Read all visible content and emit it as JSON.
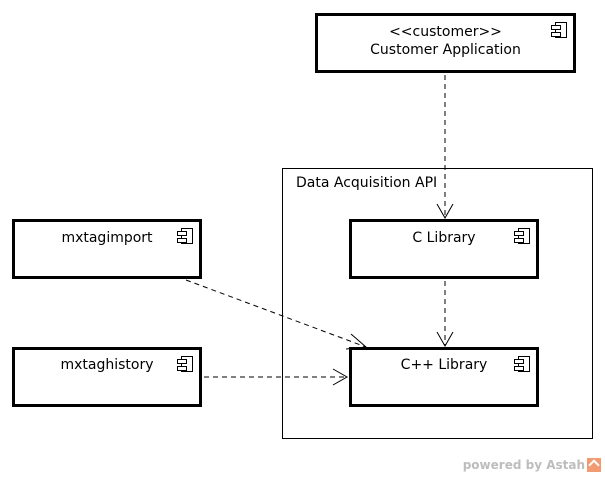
{
  "package": {
    "title": "Data Acquisition API"
  },
  "components": {
    "customer_app": {
      "stereotype": "<<customer>>",
      "name": "Customer Application"
    },
    "mxtagimport": {
      "name": "mxtagimport"
    },
    "mxtaghistory": {
      "name": "mxtaghistory"
    },
    "c_library": {
      "name": "C Library"
    },
    "cpp_library": {
      "name": "C++ Library"
    }
  },
  "dependencies": [
    {
      "from": "Customer Application",
      "to": "C Library"
    },
    {
      "from": "C Library",
      "to": "C++ Library"
    },
    {
      "from": "mxtagimport",
      "to": "C++ Library"
    },
    {
      "from": "mxtaghistory",
      "to": "C++ Library"
    }
  ],
  "footer": {
    "text": "powered by Astah"
  },
  "colors": {
    "line": "#000000",
    "footer_text": "#bdbdbd",
    "logo": "#f29b73"
  }
}
